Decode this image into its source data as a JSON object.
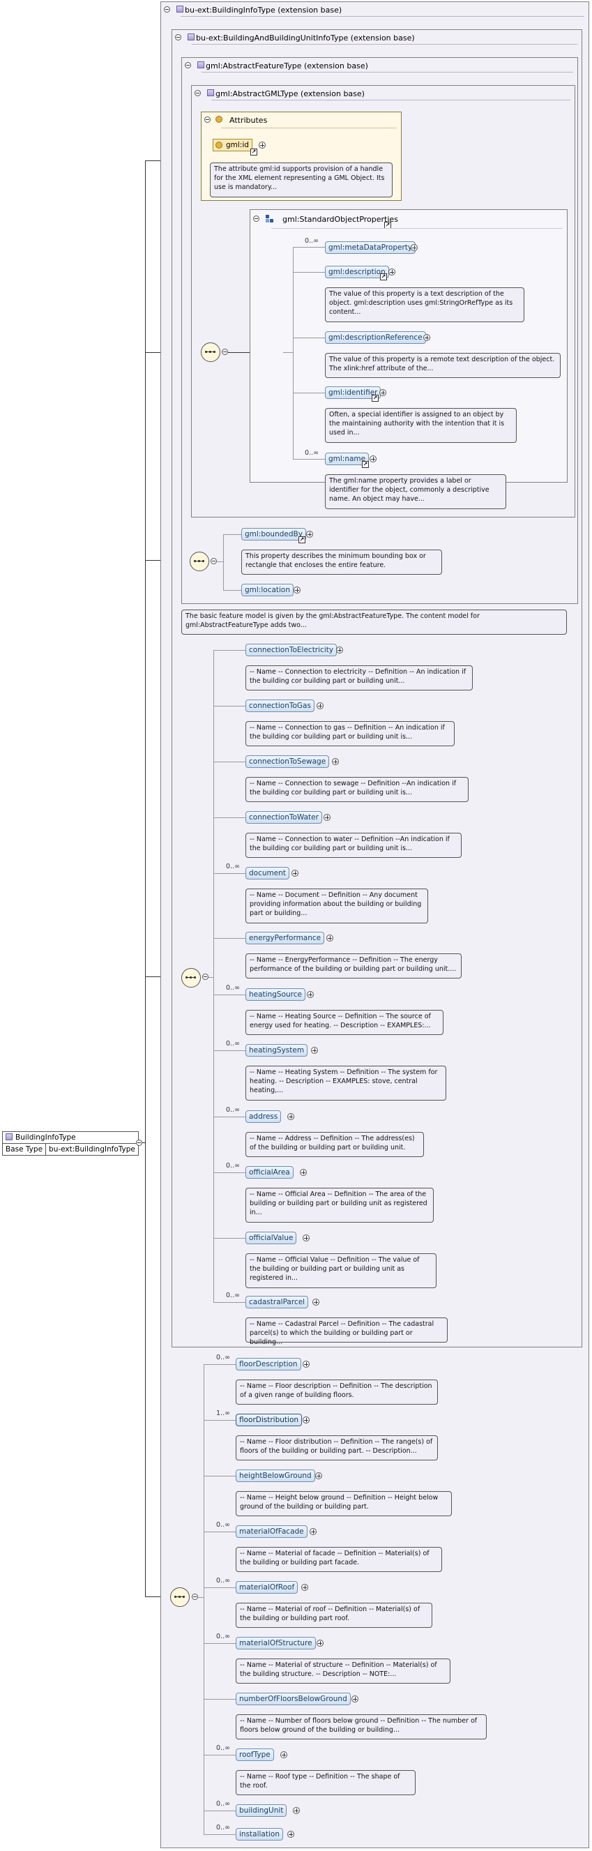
{
  "type_table": {
    "name": "BuildingInfoType",
    "base_type_label": "Base Type",
    "base_type_value": "bu-ext:BuildingInfoType"
  },
  "extensions": {
    "building_info": "bu-ext:BuildingInfoType (extension base)",
    "building_unit": "bu-ext:BuildingAndBuildingUnitInfoType (extension base)",
    "abstract_feature": "gml:AbstractFeatureType (extension base)",
    "abstract_gml": "gml:AbstractGMLType (extension base)"
  },
  "attributes": {
    "title": "Attributes",
    "gml_id": "gml:id",
    "gml_id_desc": "The attribute gml:id supports provision of a handle for the XML element representing a GML Object. Its use is mandatory..."
  },
  "standard_props": {
    "title": "gml:StandardObjectProperties",
    "items": [
      {
        "label": "gml:metaDataProperty",
        "occ": "0..∞",
        "desc": ""
      },
      {
        "label": "gml:description",
        "occ": "",
        "desc": "The value of this property is a text description of the object. gml:description uses gml:StringOrRefType as its content..."
      },
      {
        "label": "gml:descriptionReference",
        "occ": "",
        "desc": "The value of this property is a remote text description of the object. The xlink:href attribute of the..."
      },
      {
        "label": "gml:identifier",
        "occ": "",
        "desc": "Often, a special identifier is assigned to an object by the maintaining authority with the intention that it is used in..."
      },
      {
        "label": "gml:name",
        "occ": "0..∞",
        "desc": "The gml:name property provides a label or identifier for the object, commonly a descriptive name. An object may have..."
      }
    ]
  },
  "feature_props": [
    {
      "label": "gml:boundedBy",
      "desc": "This property describes the minimum bounding box or rectangle that encloses the entire feature."
    },
    {
      "label": "gml:location",
      "desc": ""
    }
  ],
  "abstract_feature_desc": "The basic feature model is given by the gml:AbstractFeatureType. The content model for gml:AbstractFeatureType adds two...",
  "unit_elements": [
    {
      "label": "connectionToElectricity",
      "occ": "",
      "desc": "-- Name -- Connection to electricity -- Definition -- An indication if the building cor building part or building unit..."
    },
    {
      "label": "connectionToGas",
      "occ": "",
      "desc": "-- Name -- Connection to gas -- Definition -- An indication if the building cor building part or building unit is..."
    },
    {
      "label": "connectionToSewage",
      "occ": "",
      "desc": "-- Name -- Connection to sewage -- Definition --An indication if the building cor building part or building unit is..."
    },
    {
      "label": "connectionToWater",
      "occ": "",
      "desc": "-- Name -- Connection to water -- Definition --An indication if the building cor building part or building unit is..."
    },
    {
      "label": "document",
      "occ": "0..∞",
      "desc": "-- Name -- Document -- Definition -- Any document providing information about the building or building part or building..."
    },
    {
      "label": "energyPerformance",
      "occ": "",
      "desc": "-- Name -- EnergyPerformance -- Definition -- The energy performance of the building or building part or building unit...."
    },
    {
      "label": "heatingSource",
      "occ": "0..∞",
      "desc": "-- Name -- Heating Source -- Definition -- The source of energy used for heating. -- Description -- EXAMPLES:..."
    },
    {
      "label": "heatingSystem",
      "occ": "0..∞",
      "desc": "-- Name -- Heating System -- Definition -- The system for heating. -- Description -- EXAMPLES: stove, central heating,..."
    },
    {
      "label": "address",
      "occ": "0..∞",
      "desc": "-- Name -- Address -- Definition -- The address(es) of the building or building part or building unit."
    },
    {
      "label": "officialArea",
      "occ": "0..∞",
      "desc": "-- Name -- Official Area -- Definition -- The area of the building or building part or building unit as registered in..."
    },
    {
      "label": "officialValue",
      "occ": "",
      "desc": "-- Name -- Official Value -- Definition -- The value of the building or building part or building unit as registered in..."
    },
    {
      "label": "cadastralParcel",
      "occ": "0..∞",
      "desc": "-- Name -- Cadastral Parcel -- Definition -- The cadastral parcel(s) to which the building or building part or building..."
    }
  ],
  "building_elements": [
    {
      "label": "floorDescription",
      "occ": "0..∞",
      "desc": "-- Name -- Floor description -- Definition -- The description of a given range of building floors."
    },
    {
      "label": "floorDistribution",
      "occ": "1..∞",
      "desc": "-- Name -- Floor distribution -- Definition -- The range(s) of floors of the building or building part. -- Description..."
    },
    {
      "label": "heightBelowGround",
      "occ": "",
      "desc": "-- Name -- Height below ground -- Definition -- Height below ground of the building or building part."
    },
    {
      "label": "materialOfFacade",
      "occ": "0..∞",
      "desc": "-- Name -- Material of facade -- Definition -- Material(s) of the building or building part facade."
    },
    {
      "label": "materialOfRoof",
      "occ": "0..∞",
      "desc": "-- Name -- Material of roof -- Definition -- Material(s) of the building or building part roof."
    },
    {
      "label": "materialOfStructure",
      "occ": "0..∞",
      "desc": "-- Name -- Material of structure -- Definition -- Material(s) of the building structure. -- Description -- NOTE:..."
    },
    {
      "label": "numberOfFloorsBelowGround",
      "occ": "",
      "desc": "-- Name -- Number of floors below ground -- Definition -- The number of floors below ground of the building or building..."
    },
    {
      "label": "roofType",
      "occ": "0..∞",
      "desc": "-- Name -- Roof type -- Definition -- The shape of the roof."
    },
    {
      "label": "buildingUnit",
      "occ": "0..∞",
      "desc": ""
    },
    {
      "label": "installation",
      "occ": "0..∞",
      "desc": ""
    }
  ],
  "icons": {
    "collapse": "minus-circle-icon",
    "expand": "plus-circle-icon",
    "link": "link-arrow-icon",
    "sequence": "sequence-compositor-icon",
    "type": "complex-type-icon",
    "attribute": "attribute-icon"
  },
  "colors": {
    "extension_bg": "#f2f0f7",
    "element_bg": "#cfe0f1",
    "attribute_bg": "#fff8e6"
  }
}
